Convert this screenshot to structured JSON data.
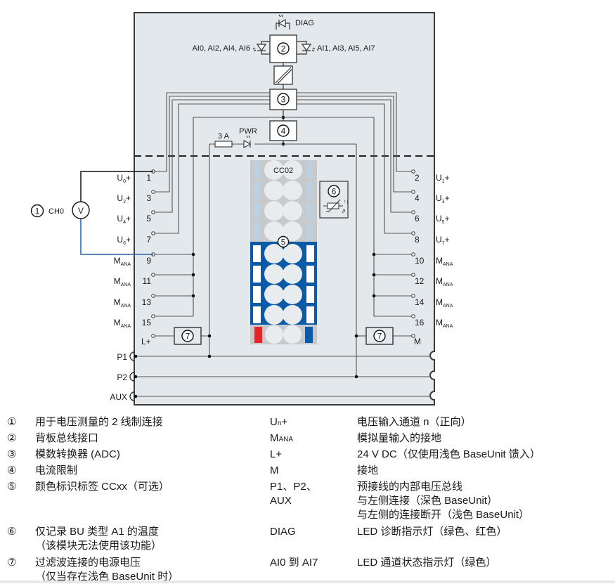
{
  "diagram": {
    "module_labels": {
      "diag_led": "DIAG",
      "left_leds": "AI0, AI2, AI4, AI6",
      "right_leds": "AI1, AI3, AI5, AI7",
      "fuse": "3 A",
      "pwr_led": "PWR",
      "color_code": "CC02",
      "sensor_label": "CH0",
      "voltmeter": "V"
    },
    "callouts": [
      "1",
      "2",
      "3",
      "4",
      "5",
      "6",
      "7"
    ],
    "left_terminals": [
      {
        "num": "1",
        "signal": "U",
        "sub": "0",
        "suffix": "+"
      },
      {
        "num": "3",
        "signal": "U",
        "sub": "2",
        "suffix": "+"
      },
      {
        "num": "5",
        "signal": "U",
        "sub": "4",
        "suffix": "+"
      },
      {
        "num": "7",
        "signal": "U",
        "sub": "6",
        "suffix": "+"
      },
      {
        "num": "9",
        "signal": "M",
        "sub": "ANA",
        "suffix": ""
      },
      {
        "num": "11",
        "signal": "M",
        "sub": "ANA",
        "suffix": ""
      },
      {
        "num": "13",
        "signal": "M",
        "sub": "ANA",
        "suffix": ""
      },
      {
        "num": "15",
        "signal": "M",
        "sub": "ANA",
        "suffix": ""
      }
    ],
    "right_terminals": [
      {
        "num": "2",
        "signal": "U",
        "sub": "1",
        "suffix": "+"
      },
      {
        "num": "4",
        "signal": "U",
        "sub": "3",
        "suffix": "+"
      },
      {
        "num": "6",
        "signal": "U",
        "sub": "5",
        "suffix": "+"
      },
      {
        "num": "8",
        "signal": "U",
        "sub": "7",
        "suffix": "+"
      },
      {
        "num": "10",
        "signal": "M",
        "sub": "ANA",
        "suffix": ""
      },
      {
        "num": "12",
        "signal": "M",
        "sub": "ANA",
        "suffix": ""
      },
      {
        "num": "14",
        "signal": "M",
        "sub": "ANA",
        "suffix": ""
      },
      {
        "num": "16",
        "signal": "M",
        "sub": "ANA",
        "suffix": ""
      }
    ],
    "power_terminals": {
      "left": "L+",
      "right": "M"
    },
    "bus_labels": [
      "P1",
      "P2",
      "AUX"
    ],
    "colors": {
      "module_fill": "#e3e8ec",
      "line": "#3a3a3a",
      "blue_wire": "#1f5fa8",
      "cc_blue": "#0a5aa8",
      "cc_gray": "#c8c9cb",
      "cc_red": "#e2262b"
    }
  },
  "legend": {
    "items": [
      {
        "num": "①",
        "text": "用于电压测量的 2 线制连接"
      },
      {
        "num": "②",
        "text": "背板总线接口"
      },
      {
        "num": "③",
        "text": "模数转换器 (ADC)"
      },
      {
        "num": "④",
        "text": "电流限制"
      },
      {
        "num": "⑤",
        "text": "颜色标识标签 CCxx（可选）"
      },
      {
        "num": "⑥",
        "text": "仅记录 BU 类型 A1 的温度",
        "text2": "（该模块无法使用该功能）"
      },
      {
        "num": "⑦",
        "text": "过滤波连接的电源电压",
        "text2": "（仅当存在浅色 BaseUnit 时）"
      }
    ],
    "terms": [
      {
        "term": "U",
        "term_sub": "n",
        "term_suffix": "+",
        "desc": "电压输入通道 n（正向）"
      },
      {
        "term": "M",
        "term_sub": "ANA",
        "term_suffix": "",
        "desc": "模拟量输入的接地"
      },
      {
        "term": "L+",
        "desc": "24 V DC（仅使用浅色 BaseUnit 馈入）"
      },
      {
        "term": "M",
        "desc": "接地"
      },
      {
        "term": "P1、P2、",
        "term2": "AUX",
        "desc": "预接线的内部电压总线",
        "desc2": "与左侧连接（深色 BaseUnit）",
        "desc3": "与左侧的连接断开（浅色 BaseUnit）"
      },
      {
        "term": "DIAG",
        "desc": "LED 诊断指示灯（绿色、红色）"
      },
      {
        "term": "AI0 到 AI7",
        "desc": "LED 通道状态指示灯（绿色）"
      }
    ]
  }
}
